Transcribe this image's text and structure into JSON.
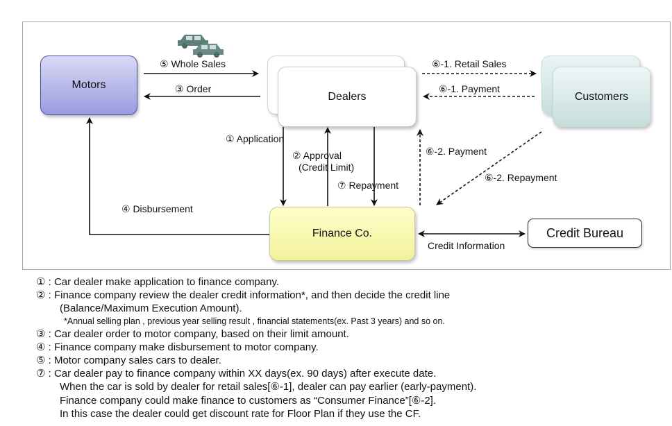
{
  "nodes": {
    "motors": "Motors",
    "dealers": "Dealers",
    "customers": "Customers",
    "finance": "Finance Co.",
    "bureau": "Credit Bureau"
  },
  "edges": {
    "whole_sales": "⑤ Whole Sales",
    "order": "③ Order",
    "retail_sales": "⑥-1. Retail Sales",
    "payment_61": "⑥-1. Payment",
    "application": "① Application",
    "approval": "② Approval",
    "credit_limit": "(Credit Limit)",
    "repayment_7": "⑦ Repayment",
    "payment_62": "⑥-2. Payment",
    "repayment_62": "⑥-2. Repayment",
    "disbursement": "④ Disbursement",
    "credit_info": "Credit Information"
  },
  "icons": {
    "cars": "cars-icon"
  },
  "colors": {
    "motors_fill": "#aeb0ea",
    "finance_fill": "#f7f7b0",
    "customers_fill": "#d6e8e8",
    "car_icon": "#5f7f7a"
  },
  "notes": {
    "n1": "① : Car dealer make application to finance company.",
    "n2": "② : Finance company review the dealer credit information*, and then decide the credit line",
    "n2b": "(Balance/Maximum Execution Amount).",
    "n2c": "*Annual selling plan , previous year selling result , financial statements(ex. Past 3 years)  and so on.",
    "n3": "③ : Car dealer order to motor company, based on their limit amount.",
    "n4": "④ : Finance company make disbursement to motor company.",
    "n5": "⑤ : Motor company sales cars to dealer.",
    "n7": "⑦ : Car dealer pay to finance company within XX days(ex. 90 days) after execute date.",
    "n7b": "When the car is sold by dealer for retail sales[⑥-1], dealer can pay earlier (early-payment).",
    "n7c": "Finance company could make finance to customers as “Consumer Finance”[⑥-2].",
    "n7d": "In this case the dealer could get discount rate for Floor Plan if they use the CF."
  }
}
